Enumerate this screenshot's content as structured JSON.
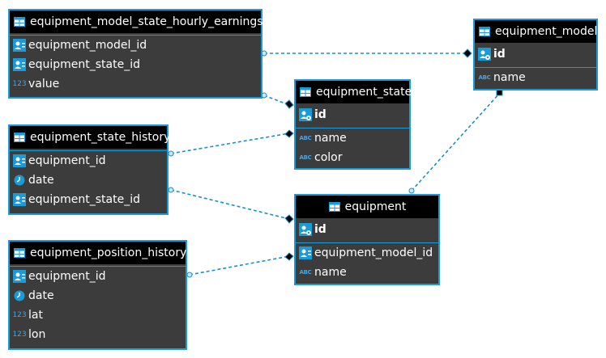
{
  "colors": {
    "background": "#ffffff",
    "entity_body": "#3c3c3c",
    "entity_header": "#000000",
    "border": "#1a9ad6",
    "connector": "#1a8fc8",
    "text": "#ffffff"
  },
  "entities": {
    "hourly_earnings": {
      "title": "equipment_model_state_hourly_earnings",
      "columns": [
        {
          "name": "equipment_model_id",
          "icon": "key-column-icon"
        },
        {
          "name": "equipment_state_id",
          "icon": "key-column-icon"
        },
        {
          "name": "value",
          "icon": "numeric-type-icon",
          "type_text": "123"
        }
      ]
    },
    "equipment_model": {
      "title": "equipment_model",
      "pk": {
        "name": "id",
        "icon": "primary-key-icon"
      },
      "columns": [
        {
          "name": "name",
          "icon": "text-type-icon",
          "type_text": "ABC"
        }
      ]
    },
    "equipment_state": {
      "title": "equipment_state",
      "pk": {
        "name": "id",
        "icon": "primary-key-icon"
      },
      "columns": [
        {
          "name": "name",
          "icon": "text-type-icon",
          "type_text": "ABC"
        },
        {
          "name": "color",
          "icon": "text-type-icon",
          "type_text": "ABC"
        }
      ]
    },
    "state_history": {
      "title": "equipment_state_history",
      "columns": [
        {
          "name": "equipment_id",
          "icon": "key-column-icon"
        },
        {
          "name": "date",
          "icon": "clock-icon"
        },
        {
          "name": "equipment_state_id",
          "icon": "key-column-icon"
        }
      ]
    },
    "equipment": {
      "title": "equipment",
      "pk": {
        "name": "id",
        "icon": "primary-key-icon"
      },
      "columns": [
        {
          "name": "equipment_model_id",
          "icon": "key-column-icon"
        },
        {
          "name": "name",
          "icon": "text-type-icon",
          "type_text": "ABC"
        }
      ]
    },
    "position_history": {
      "title": "equipment_position_history",
      "columns": [
        {
          "name": "equipment_id",
          "icon": "key-column-icon"
        },
        {
          "name": "date",
          "icon": "clock-icon"
        },
        {
          "name": "lat",
          "icon": "numeric-type-icon",
          "type_text": "123"
        },
        {
          "name": "lon",
          "icon": "numeric-type-icon",
          "type_text": "123"
        }
      ]
    }
  },
  "relationships": [
    {
      "from": "equipment_model_state_hourly_earnings",
      "to": "equipment_model"
    },
    {
      "from": "equipment_model_state_hourly_earnings",
      "to": "equipment_state"
    },
    {
      "from": "equipment_state_history",
      "to": "equipment_state"
    },
    {
      "from": "equipment_state_history",
      "to": "equipment"
    },
    {
      "from": "equipment_position_history",
      "to": "equipment"
    },
    {
      "from": "equipment",
      "to": "equipment_model"
    }
  ]
}
